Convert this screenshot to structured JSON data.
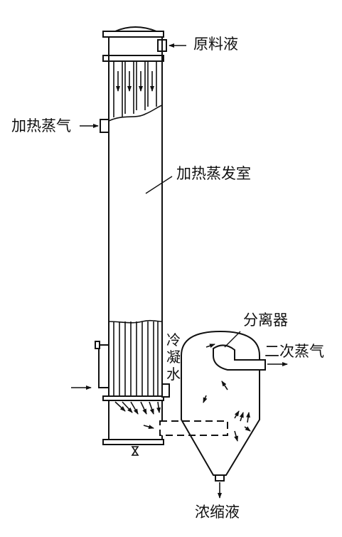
{
  "labels": {
    "feed_liquid": "原料液",
    "heating_steam": "加热蒸气",
    "heating_chamber": "加热蒸发室",
    "separator": "分离器",
    "secondary_steam": "二次蒸气",
    "condensate": [
      "冷",
      "凝",
      "水"
    ],
    "concentrate": "浓缩液"
  },
  "colors": {
    "line": "#111111",
    "background": "#ffffff"
  }
}
